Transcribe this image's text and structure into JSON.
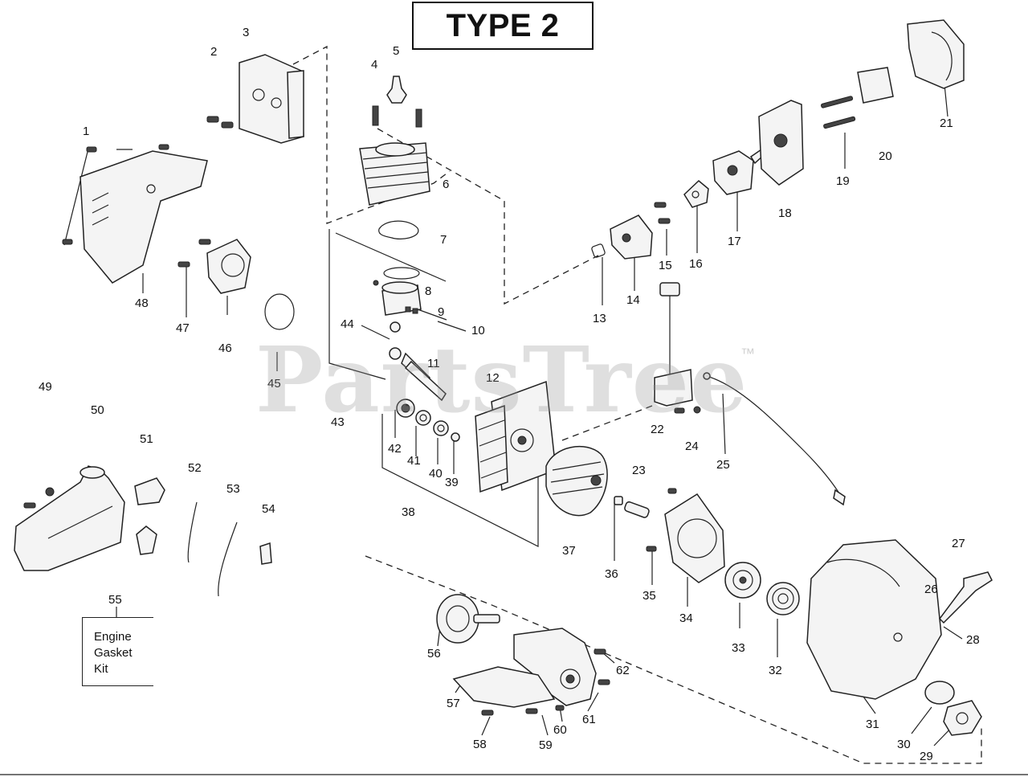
{
  "title": "TYPE 2",
  "watermark": "PartsTree",
  "watermark_mark": "™",
  "kit_label": [
    "Engine",
    "Gasket",
    "Kit"
  ],
  "callouts": [
    {
      "id": "1",
      "text": "1"
    },
    {
      "id": "2",
      "text": "2"
    },
    {
      "id": "3",
      "text": "3"
    },
    {
      "id": "4",
      "text": "4"
    },
    {
      "id": "5",
      "text": "5"
    },
    {
      "id": "6",
      "text": "6"
    },
    {
      "id": "7",
      "text": "7"
    },
    {
      "id": "8",
      "text": "8"
    },
    {
      "id": "9",
      "text": "9"
    },
    {
      "id": "10",
      "text": "10"
    },
    {
      "id": "11",
      "text": "11"
    },
    {
      "id": "12",
      "text": "12"
    },
    {
      "id": "13",
      "text": "13"
    },
    {
      "id": "14",
      "text": "14"
    },
    {
      "id": "15",
      "text": "15"
    },
    {
      "id": "16",
      "text": "16"
    },
    {
      "id": "17",
      "text": "17"
    },
    {
      "id": "18",
      "text": "18"
    },
    {
      "id": "19",
      "text": "19"
    },
    {
      "id": "20",
      "text": "20"
    },
    {
      "id": "21",
      "text": "21"
    },
    {
      "id": "22",
      "text": "22"
    },
    {
      "id": "23",
      "text": "23"
    },
    {
      "id": "24",
      "text": "24"
    },
    {
      "id": "25",
      "text": "25"
    },
    {
      "id": "26",
      "text": "26"
    },
    {
      "id": "27",
      "text": "27"
    },
    {
      "id": "28",
      "text": "28"
    },
    {
      "id": "29",
      "text": "29"
    },
    {
      "id": "30",
      "text": "30"
    },
    {
      "id": "31",
      "text": "31"
    },
    {
      "id": "32",
      "text": "32"
    },
    {
      "id": "33",
      "text": "33"
    },
    {
      "id": "34",
      "text": "34"
    },
    {
      "id": "35",
      "text": "35"
    },
    {
      "id": "36",
      "text": "36"
    },
    {
      "id": "37",
      "text": "37"
    },
    {
      "id": "38",
      "text": "38"
    },
    {
      "id": "39",
      "text": "39"
    },
    {
      "id": "40",
      "text": "40"
    },
    {
      "id": "41",
      "text": "41"
    },
    {
      "id": "42",
      "text": "42"
    },
    {
      "id": "43",
      "text": "43"
    },
    {
      "id": "44",
      "text": "44"
    },
    {
      "id": "45",
      "text": "45"
    },
    {
      "id": "46",
      "text": "46"
    },
    {
      "id": "47",
      "text": "47"
    },
    {
      "id": "48",
      "text": "48"
    },
    {
      "id": "49",
      "text": "49"
    },
    {
      "id": "50",
      "text": "50"
    },
    {
      "id": "51",
      "text": "51"
    },
    {
      "id": "52",
      "text": "52"
    },
    {
      "id": "53",
      "text": "53"
    },
    {
      "id": "54",
      "text": "54"
    },
    {
      "id": "55",
      "text": "55"
    },
    {
      "id": "56",
      "text": "56"
    },
    {
      "id": "57",
      "text": "57"
    },
    {
      "id": "58",
      "text": "58"
    },
    {
      "id": "59",
      "text": "59"
    },
    {
      "id": "60",
      "text": "60"
    },
    {
      "id": "61",
      "text": "61"
    },
    {
      "id": "62",
      "text": "62"
    }
  ]
}
